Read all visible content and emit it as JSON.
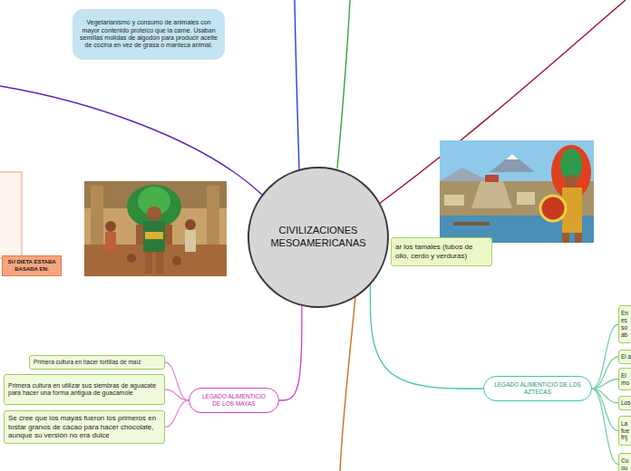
{
  "diagram": {
    "nodes": [
      {
        "text": [
          "Vegetarianismo y consumo de animales con mayor contenido proteico que la carne. Usaban semillas molidas de algodón para producir aceite de cocina en vez de grasa o manteca animal."
        ]
      },
      {
        "text": [
          "CIVILIZACIONES MESOAMERICANAS"
        ]
      },
      {
        "text": [
          "SU DIETA ESTABA BASADA EN:"
        ]
      },
      {
        "text": [
          "ar los tamales (tubos de ollo, cerdo y verduras)"
        ]
      },
      {
        "text": [
          "LEGADO ALIMENTICIO DE LOS MAYAS"
        ]
      },
      {
        "text": [
          "Primera cultura en hacer tortillas de maíz"
        ]
      },
      {
        "text": [
          "Primera cultura en utilizar sus siembras de aguacate para hacer una forma antigua de guacamole"
        ]
      },
      {
        "text": [
          "Se cree que los mayas fueron los primeros en tostar granos de cacao para hacer chocolate, aunque su versión no era dulce"
        ]
      },
      {
        "text": [
          "LEGADO ALIMENTICIO DE LOS AZTECAS"
        ]
      },
      {
        "text": [
          "En es so ab"
        ]
      },
      {
        "text": [
          "El a"
        ]
      },
      {
        "text": [
          "El mo"
        ]
      },
      {
        "text": [
          "Los"
        ]
      },
      {
        "text": [
          "La fue frij"
        ]
      },
      {
        "text": [
          "Cu ou"
        ]
      }
    ],
    "edges": [
      {
        "from": 1,
        "to": 4,
        "arrow": "none"
      },
      {
        "from": 4,
        "to": 5,
        "arrow": "none"
      },
      {
        "from": 4,
        "to": 6,
        "arrow": "none"
      },
      {
        "from": 4,
        "to": 7,
        "arrow": "none"
      },
      {
        "from": 1,
        "to": 8,
        "arrow": "none"
      },
      {
        "from": 8,
        "to": 9,
        "arrow": "none"
      },
      {
        "from": 8,
        "to": 10,
        "arrow": "none"
      },
      {
        "from": 8,
        "to": 11,
        "arrow": "none"
      },
      {
        "from": 8,
        "to": 12,
        "arrow": "none"
      },
      {
        "from": 8,
        "to": 13,
        "arrow": "none"
      },
      {
        "from": 8,
        "to": 14,
        "arrow": "none"
      }
    ]
  }
}
